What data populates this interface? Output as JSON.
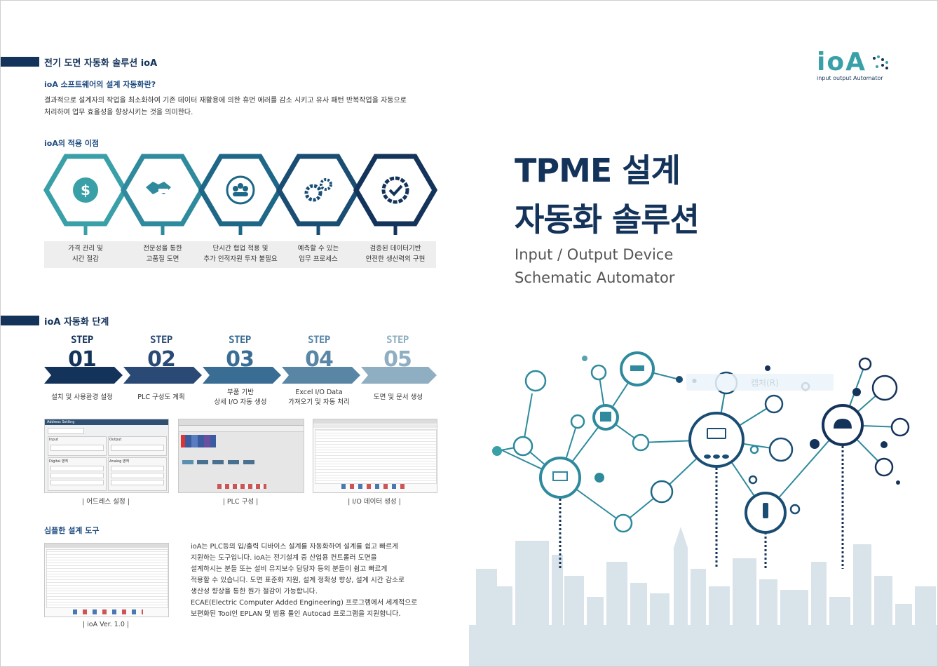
{
  "header": {
    "section1_title": "전기 도면 자동화 솔루션 ioA",
    "subtitle1": "ioA 소프트웨어의 설계 자동화란?",
    "intro_line1": "결과적으로 설계자의 작업을 최소화하여 기존 데이터 재활용에 의한 휴먼 에러를 감소 시키고 유사 패턴 반복작업을 자동으로",
    "intro_line2": "처리하여 업무 효율성을 향상시키는 것을 의미한다."
  },
  "benefits": {
    "title": "ioA의 적용 이점",
    "items": [
      {
        "line1": "가격 관리 및",
        "line2": "시간 절감",
        "icon": "dollar-refresh-icon"
      },
      {
        "line1": "전문성을 통한",
        "line2": "고품질 도면",
        "icon": "handshake-icon"
      },
      {
        "line1": "단시간 협업 적용 및",
        "line2": "추가 인적자원 투자 불필요",
        "icon": "team-cycle-icon"
      },
      {
        "line1": "예측할 수 있는",
        "line2": "업무 프로세스",
        "icon": "gears-icon"
      },
      {
        "line1": "검증된 데이터기반",
        "line2": "안전한 생산력의 구현",
        "icon": "verified-badge-icon"
      }
    ],
    "colors": [
      "#3aa0a8",
      "#2e8a9c",
      "#1e6787",
      "#1a4d73",
      "#14335a"
    ]
  },
  "steps": {
    "title": "ioA 자동화 단계",
    "word": "STEP",
    "items": [
      {
        "num": "01",
        "line1": "설치 및 사용환경 설정",
        "line2": "",
        "color": "#14335a"
      },
      {
        "num": "02",
        "line1": "PLC 구성도 계획",
        "line2": "",
        "color": "#2a4a75"
      },
      {
        "num": "03",
        "line1": "부품 기반",
        "line2": "상세 I/O 자동 생성",
        "color": "#3a6d94"
      },
      {
        "num": "04",
        "line1": "Excel I/O Data",
        "line2": "가져오기 및 자동 처리",
        "color": "#5a86a6"
      },
      {
        "num": "05",
        "line1": "도면 및 문서 생성",
        "line2": "",
        "color": "#8faec2"
      }
    ]
  },
  "screens": {
    "captions": [
      "|  어드레스 설정  |",
      "|  PLC 구성  |",
      "|  I/O 데이터 생성  |"
    ],
    "window_title": "Address Setting",
    "labels": {
      "input": "Input",
      "output": "Output",
      "digital": "Digital 영역",
      "analog": "Analog 영역"
    }
  },
  "tool": {
    "title": "심플한 설계 도구",
    "caption": "|  ioA Ver. 1.0  |",
    "lines": [
      "ioA는 PLC등의 입/출력 디바이스 설계를 자동화하여 설계를 쉽고 빠르게",
      "지원하는 도구입니다.  ioA는 전기설계 중 산업용 컨트롤러 도면을",
      "설계하시는 분들 또는 설비 유지보수 담당자 등의 분들이 쉽고 빠르게",
      "적용할 수 있습니다. 도면 표준화 지원, 설계 정확성 향상, 설계 시간 감소로",
      "생산성 향상을 통한 원가 절감이 가능합니다.",
      "ECAE(Electric Computer Added Engineering) 프로그램에서 세계적으로",
      "보편화된 Tool인 EPLAN 및 범용 툴인 Autocad 프로그램을 지원합니다."
    ]
  },
  "hero": {
    "line1": "TPME 설계",
    "line2": "자동화 솔루션",
    "sub1": "Input / Output Device",
    "sub2": "Schematic Automator"
  },
  "logo": {
    "text": "ioA",
    "tagline": "input output Automator"
  },
  "overlay": {
    "text": "캡처(R)"
  }
}
